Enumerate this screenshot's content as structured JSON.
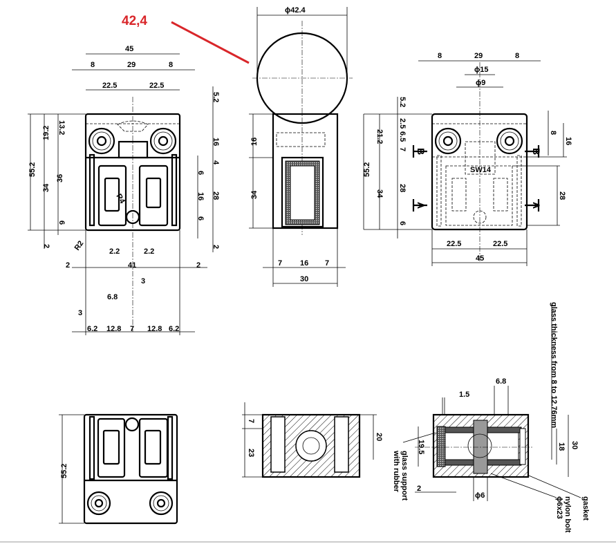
{
  "callout": {
    "value": "42,4",
    "color": "#d9262a"
  },
  "front_view": {
    "top": [
      "45",
      "8",
      "29",
      "8",
      "22.5",
      "22.5"
    ],
    "right": [
      "5.2",
      "16",
      "4",
      "28",
      "2",
      "6",
      "16",
      "6"
    ],
    "left": [
      "55.2",
      "19.2",
      "34",
      "13.2",
      "36",
      "6",
      "2"
    ],
    "bottom": [
      "2.2",
      "2.2",
      "2",
      "41",
      "2",
      "3",
      "6.8",
      "3",
      "6.2",
      "12.8",
      "7",
      "12.8",
      "6.2"
    ],
    "radii": [
      "R2",
      "R4"
    ]
  },
  "side_view": {
    "diameter": "ϕ42.4",
    "left": [
      "16",
      "34"
    ],
    "bottom": [
      "7",
      "16",
      "7",
      "30"
    ]
  },
  "rear_view": {
    "top": [
      "8",
      "29",
      "8",
      "ϕ15",
      "ϕ9"
    ],
    "left": [
      "5.2",
      "2.5",
      "6.5",
      "7",
      "28",
      "6",
      "21.2",
      "55.2",
      "34"
    ],
    "right": [
      "8",
      "16",
      "28"
    ],
    "sections": [
      "B",
      "B",
      "A",
      "A"
    ],
    "wrench": "SW14",
    "bottom": [
      "22.5",
      "22.5",
      "45"
    ]
  },
  "bottom_view": {
    "height": "55.2"
  },
  "section_b": {
    "dims": [
      "7",
      "23",
      "20"
    ]
  },
  "section_a": {
    "dims": [
      "1.5",
      "6.8",
      "19.5",
      "18",
      "30",
      "2",
      "ϕ6"
    ],
    "notes": {
      "glass_thickness": "glass thickness from 8 to 12.76mm",
      "glass_support_1": "glass support",
      "glass_support_2": "with rubber",
      "nylon_bolt_1": "nylon bolt",
      "nylon_bolt_2": "ϕ6x23",
      "gasket": "gasket"
    }
  }
}
